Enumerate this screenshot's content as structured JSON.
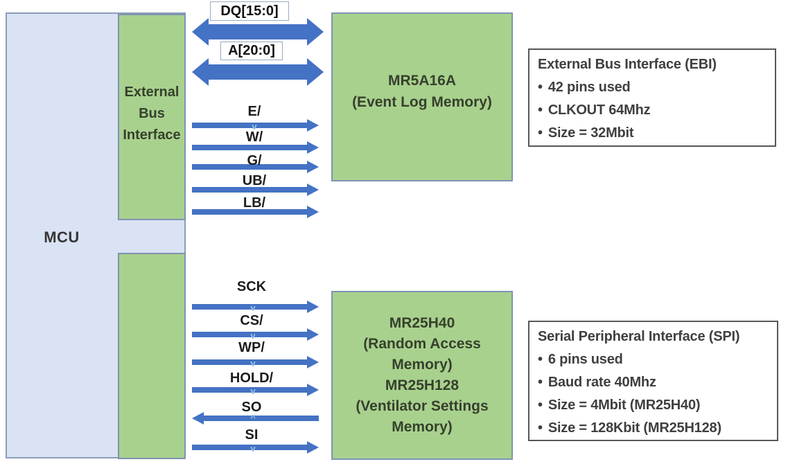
{
  "diagram": {
    "mcu_label": "MCU",
    "ebi_block_label": "External Bus Interface",
    "event_log_memory": {
      "name": "MR5A16A",
      "desc": "(Event Log Memory)"
    },
    "settings_memory": {
      "lines": [
        "MR25H40",
        "(Random Access",
        "Memory)",
        "MR25H128",
        "(Ventilator Settings",
        "Memory)"
      ]
    }
  },
  "buses": [
    {
      "label": "DQ[15:0]",
      "direction": "bidirectional"
    },
    {
      "label": "A[20:0]",
      "direction": "bidirectional"
    }
  ],
  "ebi_signals": [
    {
      "label": "E/",
      "direction": "right"
    },
    {
      "label": "W/",
      "direction": "right"
    },
    {
      "label": "G/",
      "direction": "right"
    },
    {
      "label": "UB/",
      "direction": "right"
    },
    {
      "label": "LB/",
      "direction": "right"
    }
  ],
  "spi_signals": [
    {
      "label": "SCK",
      "direction": "right"
    },
    {
      "label": "CS/",
      "direction": "right"
    },
    {
      "label": "WP/",
      "direction": "right"
    },
    {
      "label": "HOLD/",
      "direction": "right"
    },
    {
      "label": "SO",
      "direction": "left"
    },
    {
      "label": "SI",
      "direction": "right"
    }
  ],
  "info_boxes": {
    "ebi": {
      "title": "External Bus Interface (EBI)",
      "bullets": [
        "42 pins used",
        "CLKOUT 64Mhz",
        "Size = 32Mbit"
      ]
    },
    "spi": {
      "title": "Serial Peripheral Interface (SPI)",
      "bullets": [
        "6 pins used",
        "Baud rate 40Mhz",
        "Size = 4Mbit (MR25H40)",
        "Size = 128Kbit (MR25H128)"
      ]
    }
  },
  "glyphs": {
    "bullet": "•",
    "connector_down": "v",
    "connector_up": "^"
  },
  "colors": {
    "arrow_blue": "#4472c4",
    "block_green": "#a9d18e",
    "mcu_fill": "#dae3f3",
    "box_border_slate": "#7e93b3",
    "info_border_gray": "#575757",
    "connector_mark_blue": "#9dc3e6"
  }
}
